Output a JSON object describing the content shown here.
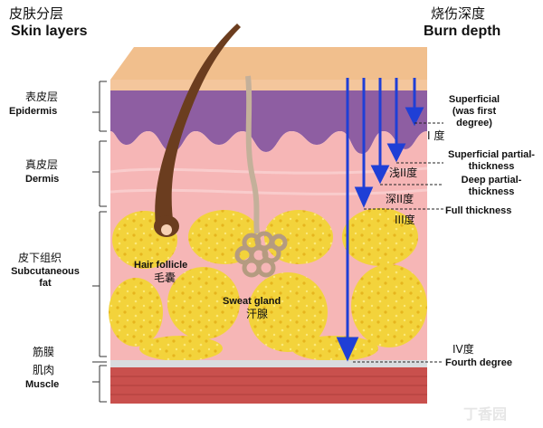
{
  "left_header": {
    "cn": "皮肤分层",
    "en": "Skin layers"
  },
  "right_header": {
    "cn": "烧伤深度",
    "en": "Burn depth"
  },
  "layers": [
    {
      "cn": "表皮层",
      "en": "Epidermis"
    },
    {
      "cn": "真皮层",
      "en": "Dermis"
    },
    {
      "cn": "皮下组织",
      "en": "Subcutaneous fat"
    },
    {
      "cn": "筋膜",
      "en": ""
    },
    {
      "cn": "肌肉",
      "en": "Muscle"
    }
  ],
  "structures": {
    "hair_follicle": {
      "en": "Hair follicle",
      "cn": "毛囊"
    },
    "sweat_gland": {
      "en": "Sweat gland",
      "cn": "汗腺"
    }
  },
  "burn_degrees": [
    {
      "en": "Superficial (was first degree)",
      "cn": "I 度"
    },
    {
      "en": "Superficial partial-thickness",
      "cn": "浅II度"
    },
    {
      "en": "Deep partial-thickness",
      "cn": "深II度"
    },
    {
      "en": "Full thickness",
      "cn": "III度"
    },
    {
      "en": "Fourth degree",
      "cn": "IV度"
    }
  ],
  "watermark": "丁香园"
}
